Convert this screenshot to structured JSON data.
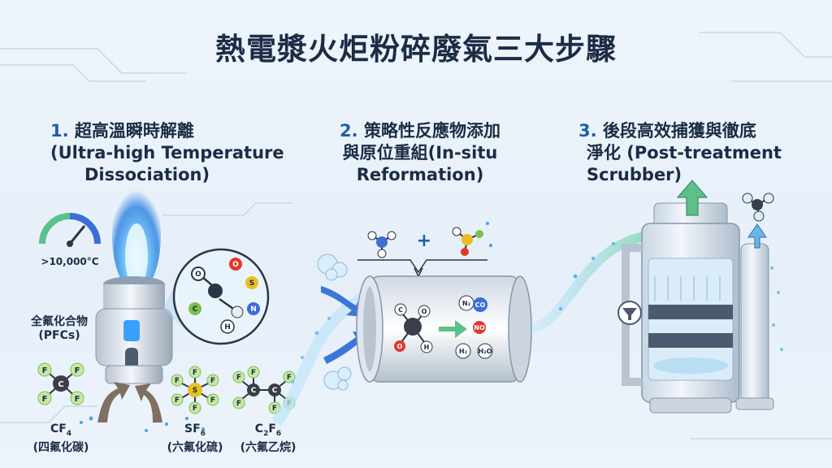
{
  "title": "熱電漿火炬粉碎廢氣三大步驟",
  "steps": [
    {
      "number": "1.",
      "title_zh": "超高溫瞬時解離",
      "title_en_1": "(Ultra-high Temperature",
      "title_en_2": "Dissociation)"
    },
    {
      "number": "2.",
      "title_zh_1": "策略性反應物添加",
      "title_zh_2": "與原位重組(In-situ",
      "title_en": "Reformation)"
    },
    {
      "number": "3.",
      "title_zh_1": "後段高效捕獲與徹底",
      "title_zh_2": "淨化 (Post-treatment",
      "title_en": "Scrubber)"
    }
  ],
  "gauge_label": ">10,000°C",
  "pfc_label": {
    "zh": "全氟化合物",
    "en": "(PFCs)"
  },
  "gases": [
    {
      "formula": "CF",
      "sub": "4",
      "name": "(四氟化碳)"
    },
    {
      "formula": "SF",
      "sub": "6",
      "name": "(六氟化硫)"
    },
    {
      "formula": "C",
      "sub": "2",
      "formula2": "F",
      "sub2": "6",
      "name": "(六氟乙烷)"
    }
  ],
  "atoms": {
    "c": "C",
    "f": "F",
    "s": "S",
    "o": "O",
    "n": "N",
    "h": "H"
  },
  "reactor_products": [
    "N₂",
    "CO",
    "NO",
    "H₂",
    "H₂O"
  ],
  "plus_sign": "+",
  "colors": {
    "title": "#1c2c45",
    "accent": "#1f5fa8",
    "flame": "#3aa0ff",
    "arrow_green": "#5fbf8a",
    "atom_red": "#e0392b",
    "atom_green": "#7cc04b",
    "atom_blue": "#3b6fd6",
    "atom_yellow": "#e8c020"
  }
}
